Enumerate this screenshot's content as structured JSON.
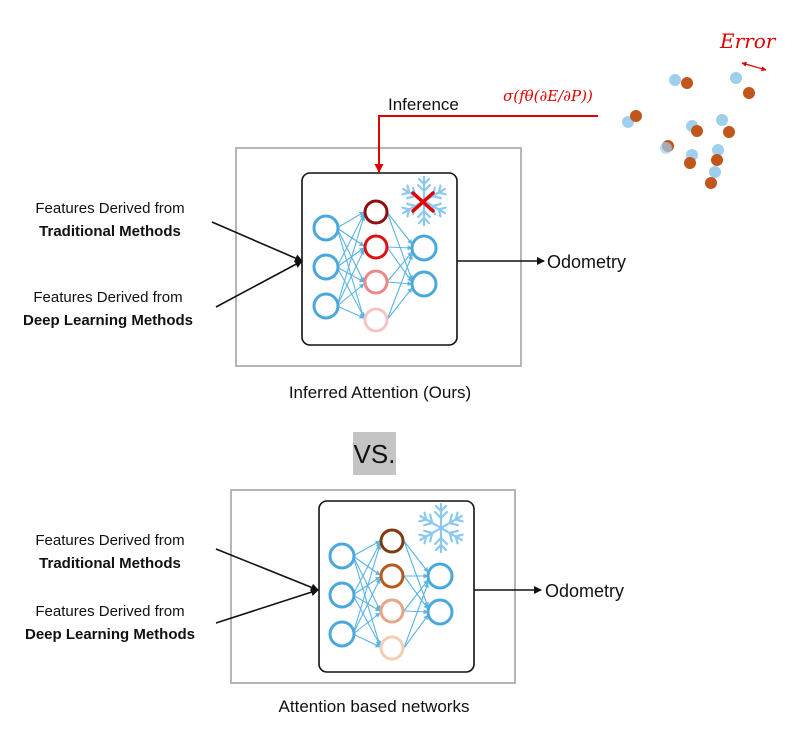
{
  "top_panel": {
    "input_traditional_line1": "Features Derived from",
    "input_traditional_line2": "Traditional Methods",
    "input_deep_line1": "Features Derived from",
    "input_deep_line2": "Deep Learning Methods",
    "output_label": "Odometry",
    "caption": "Inferred Attention (Ours)",
    "inference_label": "Inference",
    "formula_text": "σ(fθ(∂E/∂P))",
    "error_label": "Error",
    "frozen_icon": "snowflake-icon",
    "disabled_icon": "red-cross-icon"
  },
  "separator": {
    "label": "VS."
  },
  "bottom_panel": {
    "input_traditional_line1": "Features Derived from",
    "input_traditional_line2": "Traditional Methods",
    "input_deep_line1": "Features Derived from",
    "input_deep_line2": "Deep Learning Methods",
    "output_label": "Odometry",
    "caption": "Attention based networks",
    "frozen_icon": "snowflake-icon"
  },
  "colors": {
    "neuron_blue": "#4aa8dc",
    "edge_blue": "#5ab4e6",
    "attention_top": [
      "#8b1010",
      "#dd1111",
      "#ee8888",
      "#f6c4c4"
    ],
    "attention_bottom": [
      "#7f3a12",
      "#b85a1c",
      "#e8a586",
      "#f4cdb6"
    ],
    "points_light": "#9ed0ee",
    "points_dark": "#c0561b",
    "accent_red": "#e00000",
    "frame_gray": "#b5b5b5",
    "vs_background": "#c4c4c4"
  }
}
